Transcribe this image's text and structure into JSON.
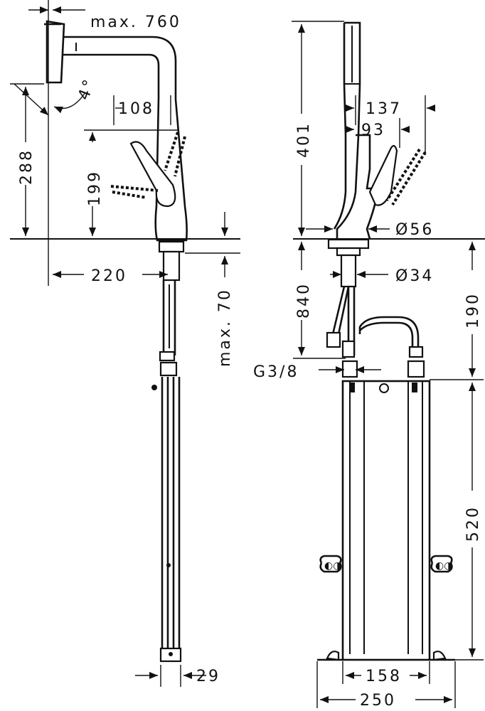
{
  "dimensions": {
    "reach_max": "max. 760",
    "angle": "4°",
    "spout_height": "288",
    "handle_offset": "108",
    "handle_height": "199",
    "projection": "220",
    "deck_thickness_max": "max. 70",
    "hose_width": "29",
    "total_height": "401",
    "pullout_offset": "137",
    "spout_offset": "93",
    "base_diameter": "Ø56",
    "hole_diameter": "Ø34",
    "hose_length": "840",
    "connection": "G3/8",
    "connection_depth": "190",
    "box_height": "520",
    "box_width": "158",
    "base_width": "250"
  },
  "colors": {
    "line": "#111111",
    "background": "#ffffff"
  }
}
